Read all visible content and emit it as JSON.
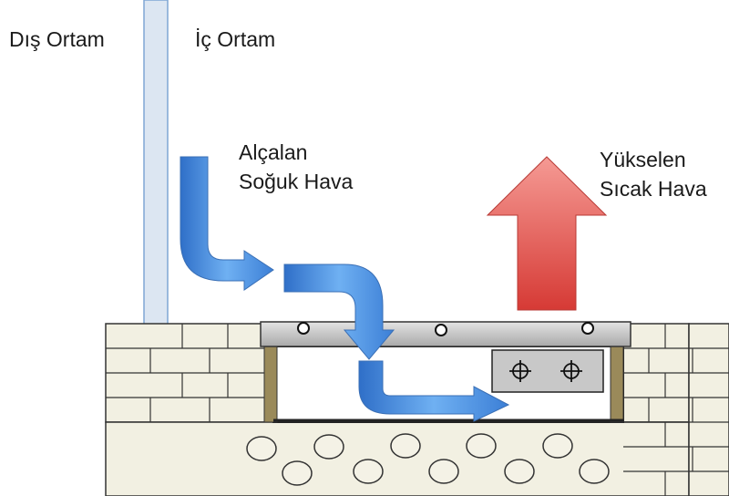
{
  "labels": {
    "outside": "Dış Ortam",
    "inside": "İç Ortam",
    "cold_air": [
      "Alçalan",
      "Soğuk Hava"
    ],
    "warm_air": [
      "Yükselen",
      "Sıcak Hava"
    ]
  },
  "colors": {
    "cold_arrow": "#4a90e2",
    "warm_arrow": "#e0504a",
    "brick_fill": "#f2f0e2",
    "cobble_fill": "#f2f0e2",
    "channel_cover": "#c9c9c9",
    "wood_post": "#9a8a5a",
    "wall": "#dce6f2"
  }
}
